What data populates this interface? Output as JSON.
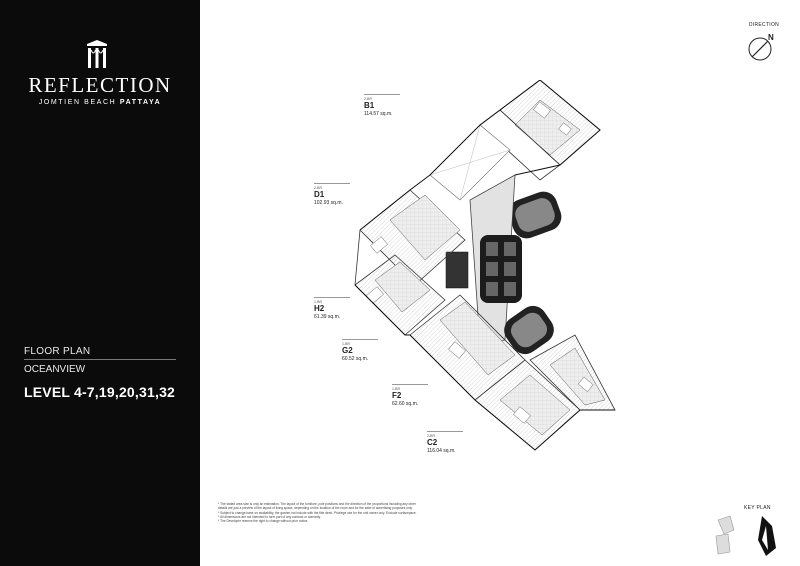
{
  "brand": {
    "name": "REFLECTION",
    "subtitle_main": "JOMTIEN BEACH ",
    "subtitle_bold": "PATTAYA"
  },
  "sidebar": {
    "floor_plan_label": "FLOOR PLAN",
    "view_label": "OCEANVIEW",
    "level_label": "LEVEL 4-7,19,20,31,32"
  },
  "direction": {
    "label": "DIRECTION",
    "north_label": "N"
  },
  "units": [
    {
      "beds": "2-BR",
      "code": "B1",
      "area": "114.57 sq.m."
    },
    {
      "beds": "2-BR",
      "code": "D1",
      "area": "102.93 sq.m."
    },
    {
      "beds": "1-BR",
      "code": "H2",
      "area": "61.39 sq.m."
    },
    {
      "beds": "1-BR",
      "code": "G2",
      "area": "60.52 sq.m."
    },
    {
      "beds": "1-BR",
      "code": "F2",
      "area": "62.60 sq.m."
    },
    {
      "beds": "2-BR",
      "code": "C2",
      "area": "116.04 sq.m."
    }
  ],
  "disclaimer": [
    "* The stated area size is only an estimation. The layout of the furniture, pole positions and the direction of the proportions including any other details are just a preview of the layout of living space, depending on the location of the room and for the sake of advertising purposes only.",
    "* Subject to change base on availability, the garden not include with the title deed. Privilege use for the unit owner only. Exclude surfacepace.",
    "* All dimensions are not intended to form part of any contract or warranty.",
    "* The Developer reserve the right to change without prior notice."
  ],
  "key_plan": {
    "label": "KEY PLAN"
  },
  "colors": {
    "sidebar": "#0b0b0b",
    "accent_text": "#ffffff",
    "plan_line": "#333333"
  }
}
